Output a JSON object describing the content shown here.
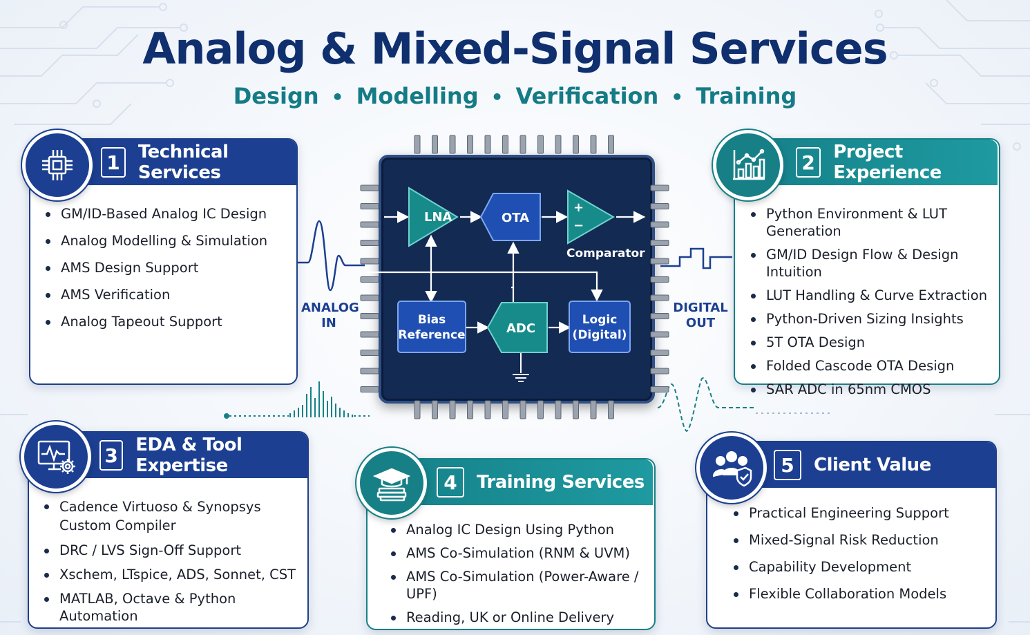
{
  "header": {
    "title": "Analog & Mixed-Signal Services",
    "subtitle": [
      "Design",
      "Modelling",
      "Verification",
      "Training"
    ]
  },
  "chip": {
    "lna": "LNA",
    "ota": "OTA",
    "comparator": "Comparator",
    "comparator_plus": "+",
    "comparator_minus": "−",
    "bias_line1": "Bias",
    "bias_line2": "Reference",
    "adc": "ADC",
    "logic_line1": "Logic",
    "logic_line2": "(Digital)"
  },
  "io": {
    "analog_in_1": "ANALOG",
    "analog_in_2": "IN",
    "digital_out_1": "DIGITAL",
    "digital_out_2": "OUT"
  },
  "cards": [
    {
      "number": "1",
      "title": "Technical Services",
      "icon": "chip-icon",
      "items": [
        "GM/ID-Based Analog IC Design",
        "Analog Modelling & Simulation",
        "AMS Design Support",
        "AMS Verification",
        "Analog Tapeout Support"
      ]
    },
    {
      "number": "2",
      "title": "Project Experience",
      "icon": "chart-icon",
      "items": [
        "Python Environment & LUT Generation",
        "GM/ID Design Flow & Design Intuition",
        "LUT Handling & Curve Extraction",
        "Python-Driven Sizing Insights",
        "5T OTA Design",
        "Folded Cascode OTA Design",
        "SAR ADC in 65nm CMOS"
      ]
    },
    {
      "number": "3",
      "title": "EDA & Tool Expertise",
      "icon": "monitor-gear-icon",
      "items": [
        "Cadence Virtuoso & Synopsys Custom Compiler",
        "DRC / LVS Sign-Off Support",
        "Xschem, LTspice, ADS, Sonnet, CST",
        "MATLAB, Octave & Python Automation"
      ]
    },
    {
      "number": "4",
      "title": "Training Services",
      "icon": "graduation-cap-icon",
      "items": [
        "Analog IC Design Using Python",
        "AMS Co-Simulation (RNM & UVM)",
        "AMS Co-Simulation (Power-Aware / UPF)",
        "Reading, UK or Online Delivery"
      ]
    },
    {
      "number": "5",
      "title": "Client Value",
      "icon": "team-shield-icon",
      "items": [
        "Practical Engineering Support",
        "Mixed-Signal Risk Reduction",
        "Capability Development",
        "Flexible Collaboration Models"
      ]
    }
  ],
  "colors": {
    "navy": "#1c3f91",
    "teal": "#178087",
    "title": "#0f2f6e",
    "chip": "#132a52"
  }
}
